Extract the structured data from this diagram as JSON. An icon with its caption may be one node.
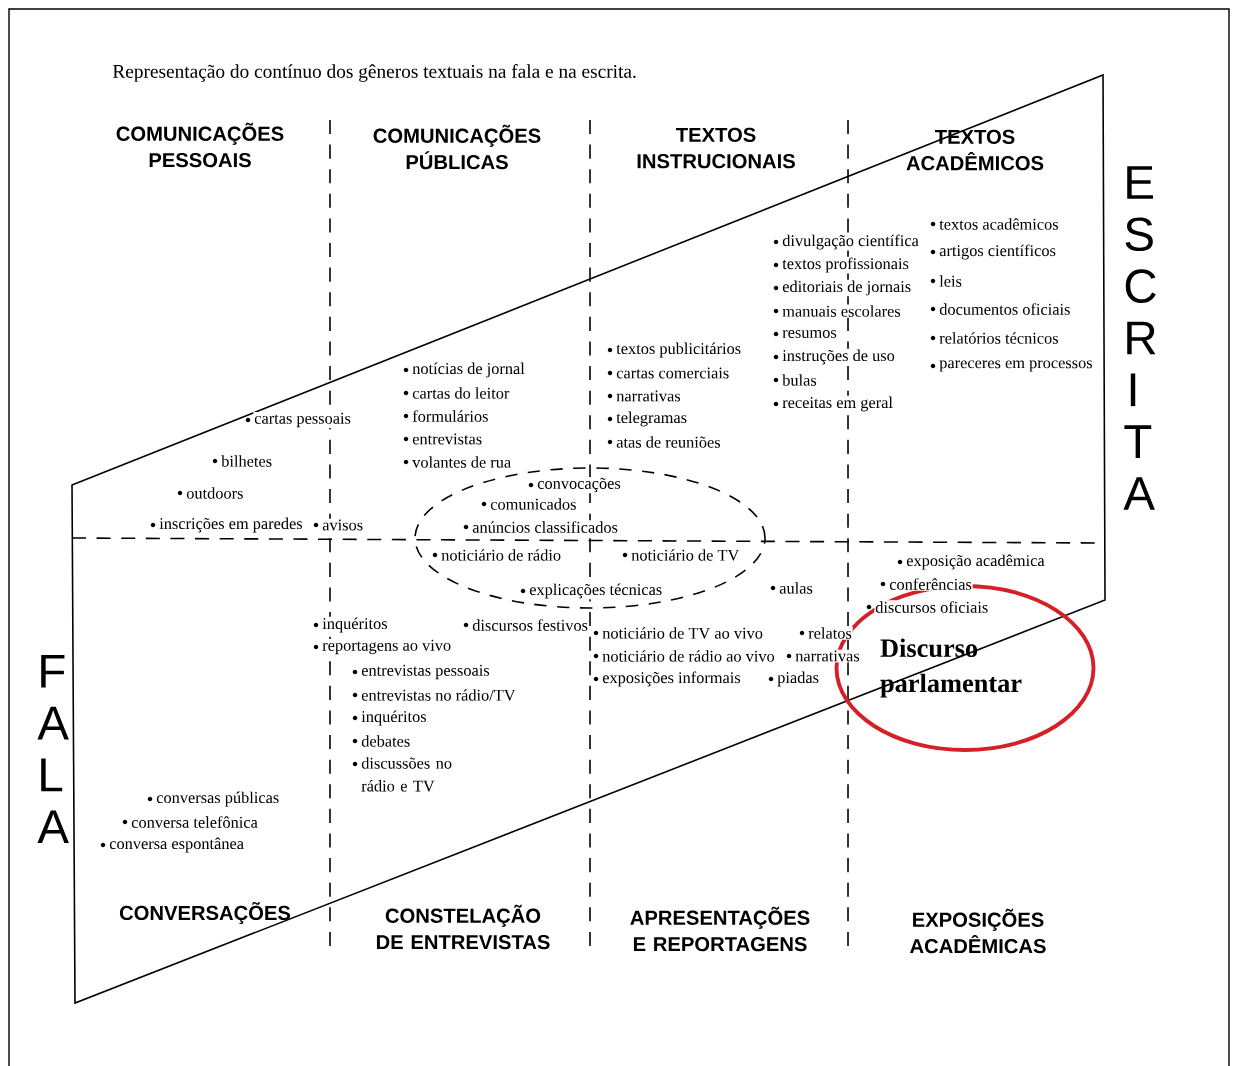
{
  "diagram": {
    "title": "Representação do contínuo dos gêneros textuais na fala e na escrita.",
    "nodes": [
      {
        "text": [
          "convocações",
          "comunicados",
          "anúncios classificados",
          "noticiário de rádio",
          "noticiário de TV",
          "explicações técnicas"
        ]
      },
      {
        "text": [
          "Discurso parlamentar"
        ]
      }
    ],
    "labels": [
      "COMUNICAÇÕES PESSOAIS",
      "COMUNICAÇÕES PÚBLICAS",
      "TEXTOS INSTRUCIONAIS",
      "TEXTOS ACADÊMICOS",
      "ESCRITA",
      "textos acadêmicos",
      "artigos científicos",
      "leis",
      "documentos oficiais",
      "relatórios técnicos",
      "pareceres em processos",
      "divulgação científica",
      "textos profissionais",
      "editoriais de jornais",
      "manuais escolares",
      "resumos",
      "instruções de uso",
      "bulas",
      "receitas em geral",
      "textos publicitários",
      "cartas comerciais",
      "narrativas",
      "telegramas",
      "atas de reuniões",
      "notícias de jornal",
      "cartas do leitor",
      "formulários",
      "entrevistas",
      "volantes de rua",
      "cartas pessoais",
      "bilhetes",
      "outdoors",
      "inscrições em paredes",
      "avisos",
      "aulas",
      "exposição acadêmica",
      "conferências",
      "discursos oficiais",
      "inquéritos",
      "reportagens ao vivo",
      "discursos festivos",
      "noticiário de TV ao vivo",
      "noticiário de rádio ao vivo",
      "exposições informais",
      "relatos",
      "narrativas",
      "piadas",
      "entrevistas pessoais",
      "entrevistas no rádio/TV",
      "inquéritos",
      "debates",
      "discussões no rádio e TV",
      "FALA",
      "conversas públicas",
      "conversa telefônica",
      "conversa espontânea",
      "CONVERSAÇÕES",
      "CONSTELAÇÃO DE ENTREVISTAS",
      "APRESENTAÇÕES E REPORTAGENS",
      "EXPOSIÇÕES ACADÊMICAS"
    ]
  }
}
